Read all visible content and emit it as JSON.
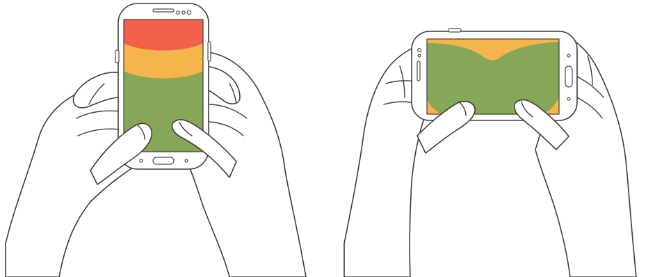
{
  "figures": [
    {
      "id": "portrait",
      "orientation": "portrait",
      "zones": [
        "red",
        "yellow",
        "green"
      ]
    },
    {
      "id": "landscape",
      "orientation": "landscape",
      "zones": [
        "yellow",
        "green"
      ]
    }
  ],
  "colors": {
    "red": "#f1604a",
    "yellow": "#f5b44c",
    "green": "#86a757",
    "outline": "#3c3c3c",
    "background": "#ffffff"
  }
}
